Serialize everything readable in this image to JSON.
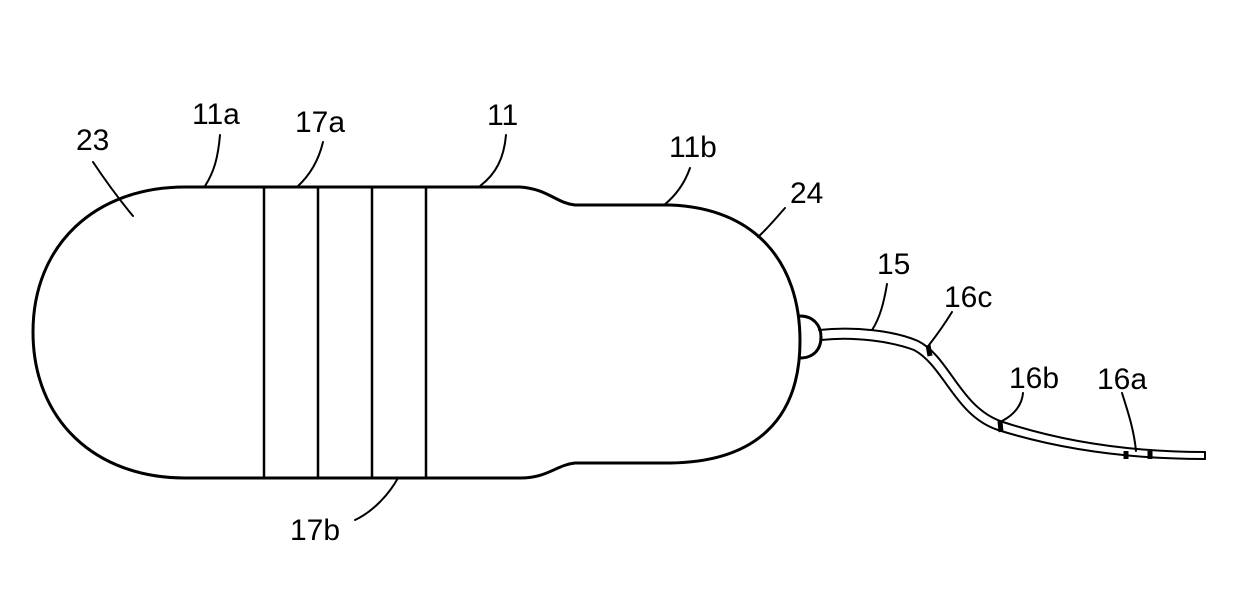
{
  "colors": {
    "line": "#000000",
    "background": "#ffffff"
  },
  "labels": {
    "l23": "23",
    "l11a": "11a",
    "l17a": "17a",
    "l11": "11",
    "l11b": "11b",
    "l24": "24",
    "l15": "15",
    "l16c": "16c",
    "l16b": "16b",
    "l16a": "16a",
    "l17b": "17b"
  }
}
